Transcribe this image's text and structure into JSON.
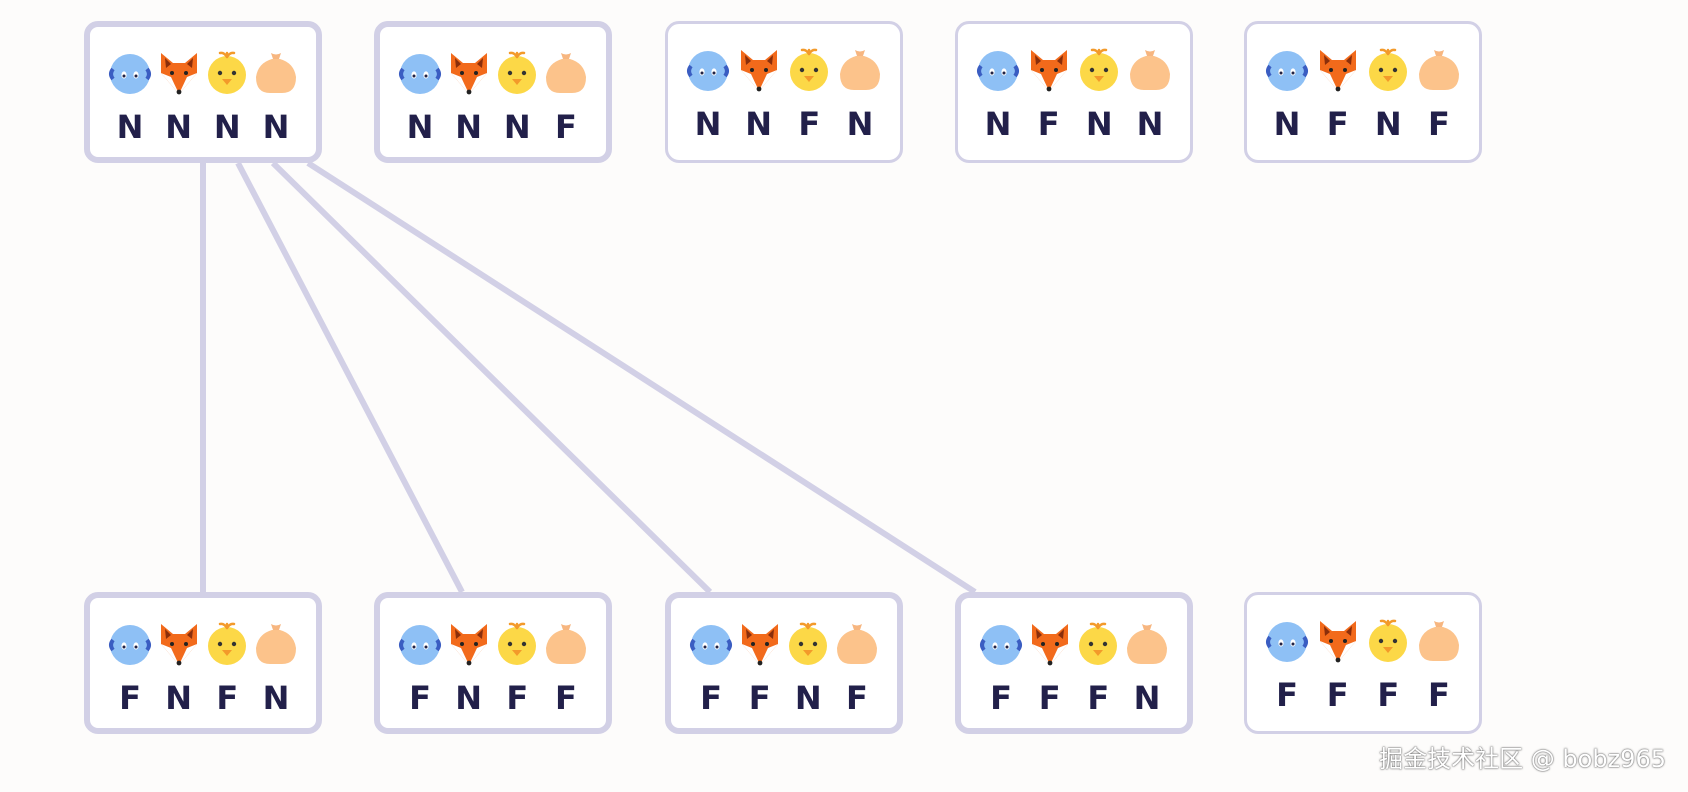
{
  "characters": [
    {
      "id": "cabbage",
      "icon": "cabbage-icon"
    },
    {
      "id": "fox",
      "icon": "fox-icon"
    },
    {
      "id": "chick",
      "icon": "chick-icon"
    },
    {
      "id": "sack",
      "icon": "grain-sack-icon"
    }
  ],
  "states": [
    {
      "id": "s1",
      "labels": [
        "N",
        "N",
        "N",
        "N"
      ],
      "emphasis": true
    },
    {
      "id": "s2",
      "labels": [
        "N",
        "N",
        "N",
        "F"
      ],
      "emphasis": true
    },
    {
      "id": "s3",
      "labels": [
        "N",
        "N",
        "F",
        "N"
      ],
      "emphasis": false
    },
    {
      "id": "s4",
      "labels": [
        "N",
        "F",
        "N",
        "N"
      ],
      "emphasis": false
    },
    {
      "id": "s5",
      "labels": [
        "N",
        "F",
        "N",
        "F"
      ],
      "emphasis": false
    },
    {
      "id": "s6",
      "labels": [
        "F",
        "N",
        "F",
        "N"
      ],
      "emphasis": true
    },
    {
      "id": "s7",
      "labels": [
        "F",
        "N",
        "F",
        "F"
      ],
      "emphasis": true
    },
    {
      "id": "s8",
      "labels": [
        "F",
        "F",
        "N",
        "F"
      ],
      "emphasis": true
    },
    {
      "id": "s9",
      "labels": [
        "F",
        "F",
        "F",
        "N"
      ],
      "emphasis": true
    },
    {
      "id": "s10",
      "labels": [
        "F",
        "F",
        "F",
        "F"
      ],
      "emphasis": false
    }
  ],
  "edges": [
    {
      "from": "s1",
      "to": "s6"
    },
    {
      "from": "s1",
      "to": "s7"
    },
    {
      "from": "s1",
      "to": "s8"
    },
    {
      "from": "s1",
      "to": "s9"
    }
  ],
  "colors": {
    "edge": "#d2d0e6",
    "border": "#d2d0e6",
    "label": "#22204a"
  },
  "watermark": "掘金技术社区 @ bobz965"
}
